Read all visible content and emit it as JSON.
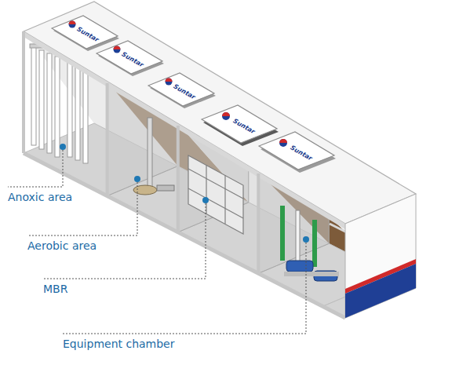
{
  "diagram": {
    "labels": [
      "Suntar",
      "Suntar",
      "Suntar",
      "Suntar",
      "Suntar",
      "Anoxic area",
      "Aerobic area",
      "MBR",
      "Equipment chamber"
    ]
  }
}
